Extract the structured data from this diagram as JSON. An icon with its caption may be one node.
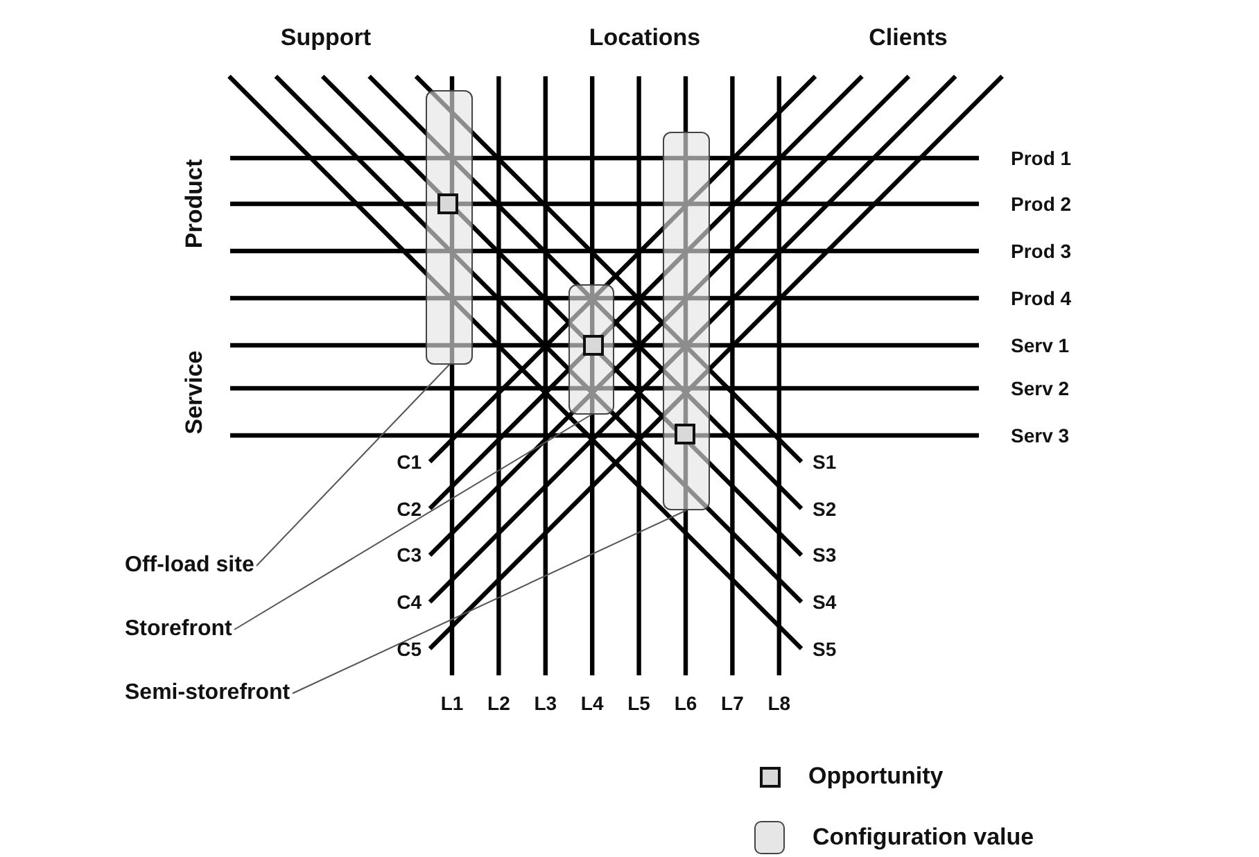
{
  "diagram": {
    "nodes": [
      {
        "text": [],
        "shape": "box"
      },
      {
        "text": [],
        "shape": "box"
      },
      {
        "text": [],
        "shape": "box"
      },
      {
        "text": [
          "Off-load site"
        ]
      },
      {
        "text": [
          "Storefront"
        ]
      },
      {
        "text": [
          "Semi-storefront"
        ]
      }
    ],
    "edges": [
      {
        "from": 3,
        "to": 0,
        "arrow": "none"
      },
      {
        "from": 4,
        "to": 1,
        "arrow": "none"
      },
      {
        "from": 5,
        "to": 2,
        "arrow": "none"
      }
    ],
    "labels": [
      "Support",
      "Locations",
      "Clients",
      "Product",
      "Prod 1",
      "Prod 2",
      "Prod 3",
      "Prod 4",
      "Service",
      "Serv 1",
      "Serv 2",
      "Serv 3",
      "C1",
      "S1",
      "C2",
      "S2",
      "C3",
      "S3",
      "C4",
      "S4",
      "C5",
      "S5",
      "L1",
      "L2",
      "L3",
      "L4",
      "L5",
      "L6",
      "L7",
      "L8"
    ],
    "legend": [
      {
        "text": "Opportunity"
      },
      {
        "text": "Configuration value"
      }
    ]
  }
}
